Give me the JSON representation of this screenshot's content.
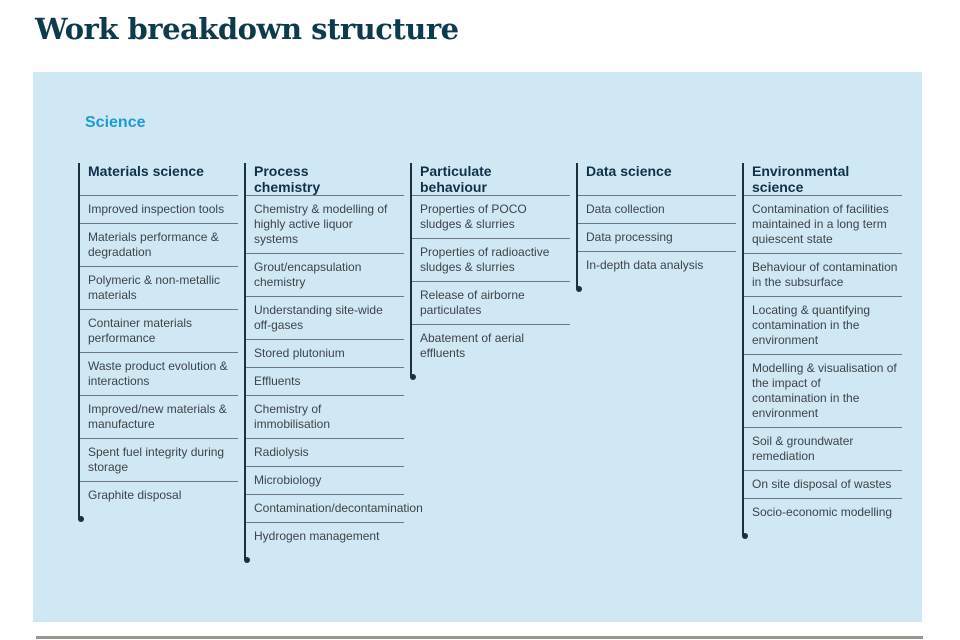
{
  "title": "Work breakdown structure",
  "group_label": "Science",
  "colors": {
    "title_text": "#0e3a4e",
    "accent_cyan": "#1e9cd7",
    "panel_background": "#cfe8f4",
    "column_header_text": "#0f3048",
    "item_text": "#3d4448",
    "branch_line": "#1c3140",
    "separator_line": "#6b7a82",
    "footer_rule": "#98978f"
  },
  "columns": [
    {
      "title": "Materials science",
      "items": [
        "Improved inspection tools",
        "Materials performance & degradation",
        "Polymeric & non-metallic materials",
        "Container materials performance",
        "Waste product evolution & interactions",
        "Improved/new materials & manufacture",
        "Spent fuel integrity during storage",
        "Graphite disposal"
      ]
    },
    {
      "title": "Process chemistry",
      "items": [
        "Chemistry & modelling of highly active liquor systems",
        "Grout/encapsulation chemistry",
        "Understanding site-wide off-gases",
        "Stored plutonium",
        "Effluents",
        "Chemistry of immobilisation",
        "Radiolysis",
        "Microbiology",
        "Contamination/decontamination",
        "Hydrogen management"
      ]
    },
    {
      "title": "Particulate behaviour",
      "items": [
        "Properties of POCO sludges & slurries",
        "Properties of radioactive sludges & slurries",
        "Release of airborne particulates",
        "Abatement of aerial effluents"
      ]
    },
    {
      "title": "Data science",
      "items": [
        "Data collection",
        "Data processing",
        "In-depth data analysis"
      ]
    },
    {
      "title": "Environmental science",
      "items": [
        "Contamination of facilities maintained in a long term quiescent state",
        "Behaviour of contamination in the subsurface",
        "Locating & quantifying contamination in the environment",
        "Modelling & visualisation of the impact of contamination in the environment",
        "Soil & groundwater remediation",
        "On site disposal of wastes",
        "Socio-economic modelling"
      ]
    }
  ]
}
